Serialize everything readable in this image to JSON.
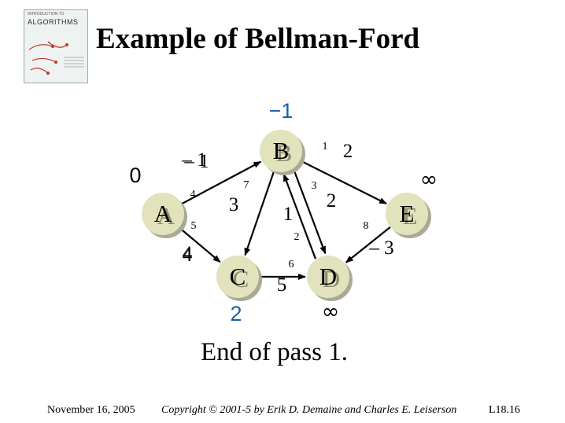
{
  "slide": {
    "title": "Example of Bellman-Ford",
    "caption": "End of pass 1.",
    "footer_left": "November 16, 2005",
    "footer_center": "Copyright © 2001-5 by Erik D. Demaine and Charles E. Leiserson",
    "footer_right": "L18.16"
  },
  "book": {
    "top_text": "INTRODUCTION TO",
    "title": "ALGORITHMS"
  },
  "graph": {
    "nodes": [
      {
        "id": "A",
        "label": "A",
        "distance": "0",
        "distance_color": "#000000"
      },
      {
        "id": "B",
        "label": "B",
        "distance": "−1",
        "distance_color": "#1a5fa8",
        "previous_distance": "– 1"
      },
      {
        "id": "C",
        "label": "C",
        "distance": "2",
        "distance_color": "#1a5fa8",
        "previous_distance": "4"
      },
      {
        "id": "D",
        "label": "D",
        "distance": "∞",
        "distance_color": "#000000"
      },
      {
        "id": "E",
        "label": "E",
        "distance": "∞",
        "distance_color": "#000000"
      }
    ],
    "edges": [
      {
        "from": "A",
        "to": "B",
        "weight": "– 1",
        "order": "4"
      },
      {
        "from": "A",
        "to": "C",
        "weight": "4",
        "order": "5"
      },
      {
        "from": "B",
        "to": "C",
        "weight": "3",
        "order": "7"
      },
      {
        "from": "B",
        "to": "D",
        "weight": "2",
        "order": "3"
      },
      {
        "from": "D",
        "to": "B",
        "weight": "1",
        "order": "2"
      },
      {
        "from": "B",
        "to": "E",
        "weight": "2",
        "order": "1"
      },
      {
        "from": "C",
        "to": "D",
        "weight": "5",
        "order": "6"
      },
      {
        "from": "E",
        "to": "D",
        "weight": "– 3",
        "order": "8"
      }
    ]
  },
  "colors": {
    "node_fill": "#e2e2bc",
    "node_shadow": "#a9a995",
    "edge": "#000000",
    "updated_distance": "#1a5fa8"
  }
}
